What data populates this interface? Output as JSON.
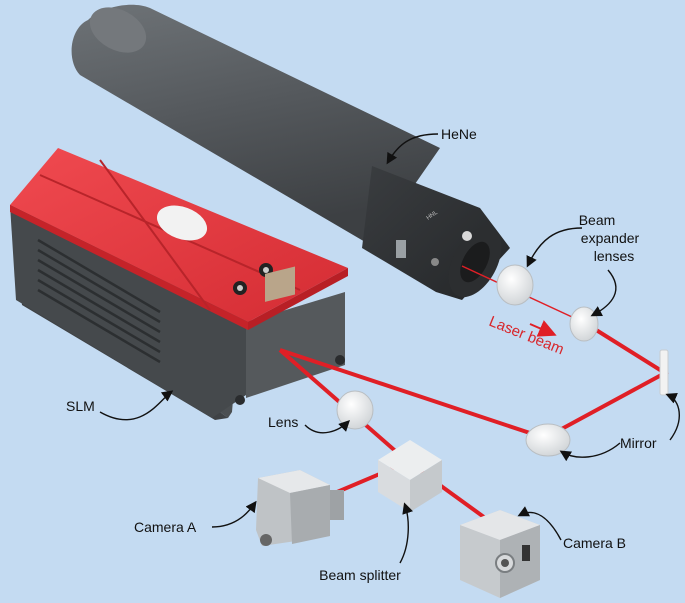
{
  "labels": {
    "hene": "HeNe",
    "beam_expander_1": "Beam",
    "beam_expander_2": "expander",
    "beam_expander_3": "lenses",
    "laser_beam": "Laser beam",
    "slm": "SLM",
    "lens": "Lens",
    "mirror": "Mirror",
    "camera_a": "Camera A",
    "camera_b": "Camera B",
    "beam_splitter": "Beam splitter"
  },
  "colors": {
    "background": "#c4dbf2",
    "laser": "#e01f26",
    "slm_red": "#e0333a",
    "body_dark": "#555a5e",
    "tube": "#5b5f63"
  }
}
